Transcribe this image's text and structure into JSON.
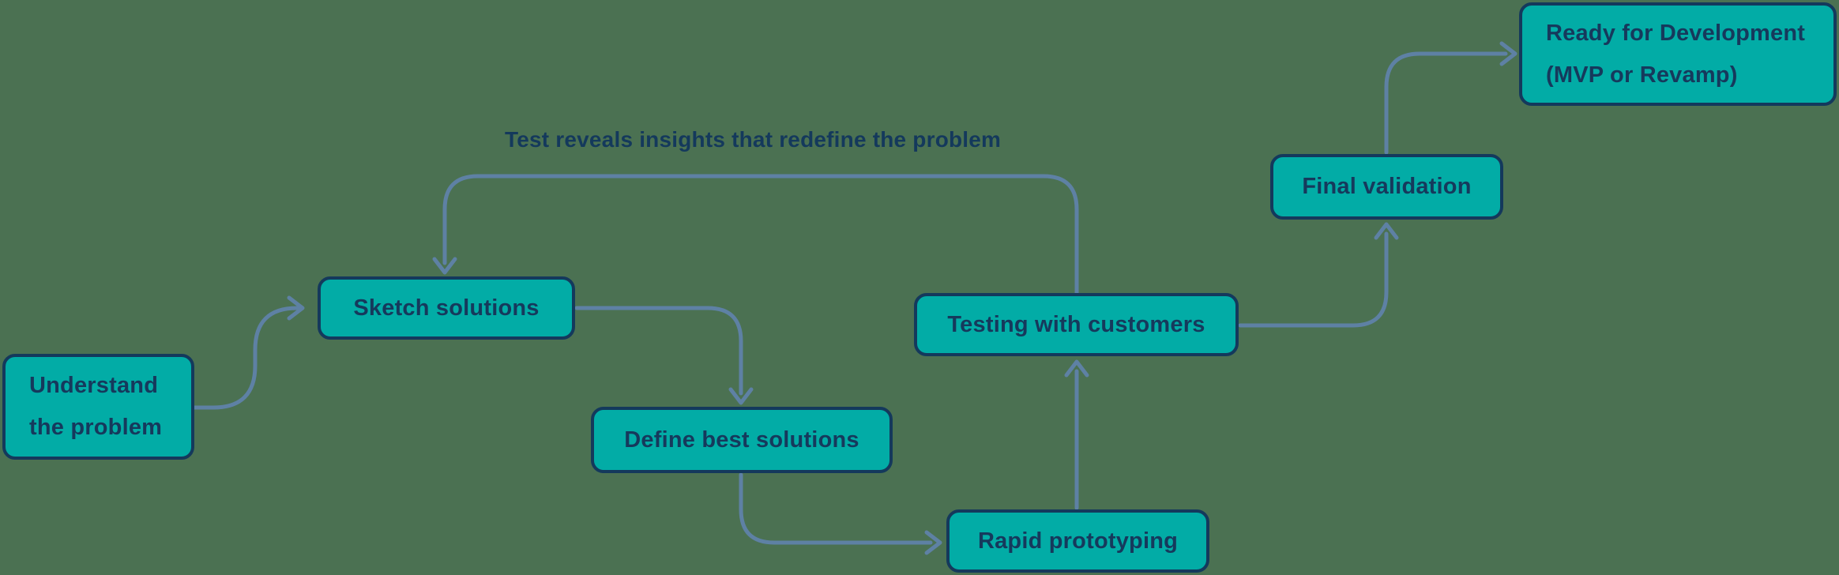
{
  "diagram": {
    "colors": {
      "background": "#4B7152",
      "node_fill": "#02ACA6",
      "node_border": "#14395C",
      "node_text": "#16395C",
      "connector": "#5E81A4"
    },
    "annotation": {
      "text": "Test reveals insights that redefine the problem"
    },
    "nodes": [
      {
        "id": "understand-the-problem",
        "lines": [
          "Understand",
          "the problem"
        ]
      },
      {
        "id": "sketch-solutions",
        "label": "Sketch solutions"
      },
      {
        "id": "define-best-solutions",
        "label": "Define best solutions"
      },
      {
        "id": "rapid-prototyping",
        "label": "Rapid prototyping"
      },
      {
        "id": "testing-with-customers",
        "label": "Testing with customers"
      },
      {
        "id": "final-validation",
        "label": "Final validation"
      },
      {
        "id": "ready-for-development",
        "lines": [
          "Ready for Development",
          "(MVP or Revamp)"
        ]
      }
    ],
    "edges": [
      {
        "from": "understand-the-problem",
        "to": "sketch-solutions"
      },
      {
        "from": "sketch-solutions",
        "to": "define-best-solutions"
      },
      {
        "from": "define-best-solutions",
        "to": "rapid-prototyping"
      },
      {
        "from": "rapid-prototyping",
        "to": "testing-with-customers"
      },
      {
        "from": "testing-with-customers",
        "to": "final-validation"
      },
      {
        "from": "final-validation",
        "to": "ready-for-development"
      },
      {
        "from": "testing-with-customers",
        "to": "sketch-solutions",
        "label": "Test reveals insights that redefine the problem"
      }
    ]
  }
}
